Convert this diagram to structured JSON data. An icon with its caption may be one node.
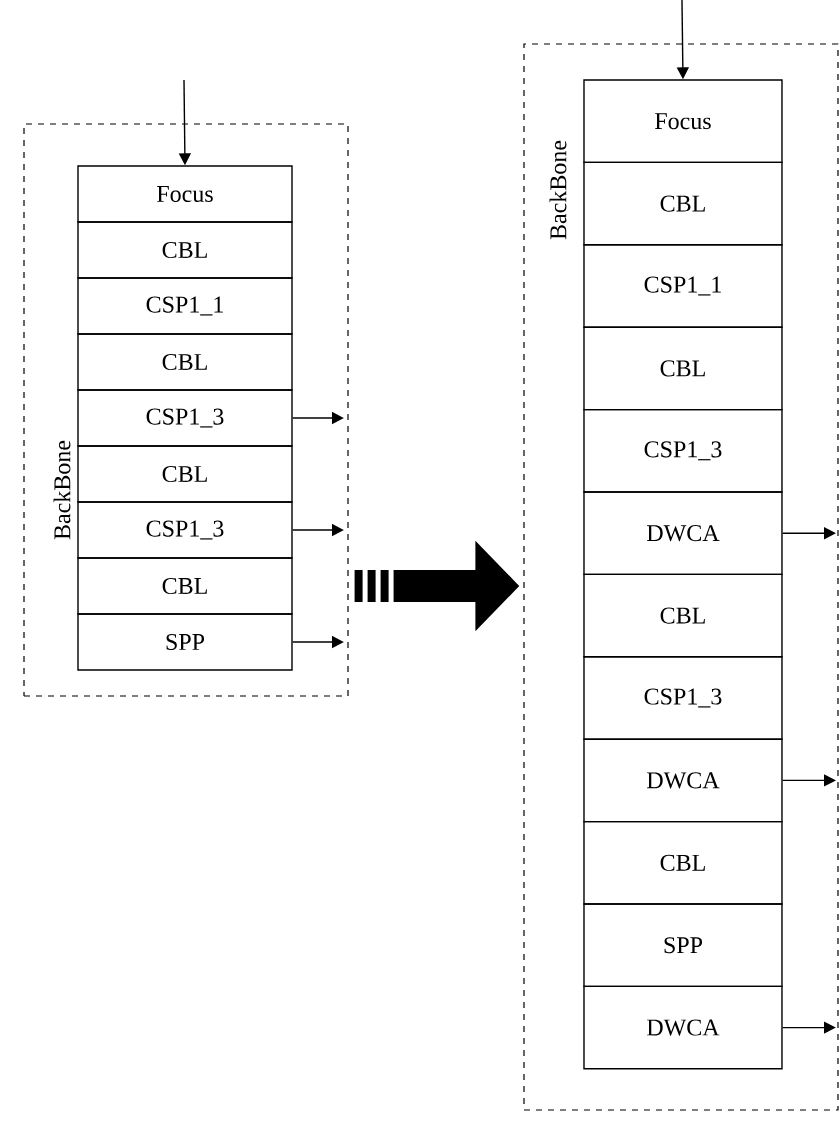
{
  "diagram": {
    "nodes": [
      {
        "text": [
          "BackBone"
        ]
      },
      {
        "text": [
          "Focus"
        ],
        "in": 0
      },
      {
        "text": [
          "CBL"
        ],
        "in": 0
      },
      {
        "text": [
          "CSP1_1"
        ],
        "in": 0
      },
      {
        "text": [
          "CBL"
        ],
        "in": 0
      },
      {
        "text": [
          "CSP1_3"
        ],
        "in": 0
      },
      {
        "text": [
          "CBL"
        ],
        "in": 0
      },
      {
        "text": [
          "CSP1_3"
        ],
        "in": 0
      },
      {
        "text": [
          "CBL"
        ],
        "in": 0
      },
      {
        "text": [
          "SPP"
        ],
        "in": 0
      },
      {
        "text": [
          "BackBone"
        ]
      },
      {
        "text": [
          "Focus"
        ],
        "in": 10
      },
      {
        "text": [
          "CBL"
        ],
        "in": 10
      },
      {
        "text": [
          "CSP1_1"
        ],
        "in": 10
      },
      {
        "text": [
          "CBL"
        ],
        "in": 10
      },
      {
        "text": [
          "CSP1_3"
        ],
        "in": 10
      },
      {
        "text": [
          "DWCA"
        ],
        "in": 10
      },
      {
        "text": [
          "CBL"
        ],
        "in": 10
      },
      {
        "text": [
          "CSP1_3"
        ],
        "in": 10
      },
      {
        "text": [
          "DWCA"
        ],
        "in": 10
      },
      {
        "text": [
          "CBL"
        ],
        "in": 10
      },
      {
        "text": [
          "SPP"
        ],
        "in": 10
      },
      {
        "text": [
          "DWCA"
        ],
        "in": 10
      }
    ],
    "edges": [
      {
        "from": null,
        "to": 1,
        "arrow": "to"
      },
      {
        "from": 5,
        "to": null,
        "arrow": "to"
      },
      {
        "from": 7,
        "to": null,
        "arrow": "to"
      },
      {
        "from": 9,
        "to": null,
        "arrow": "to"
      },
      {
        "from": 0,
        "to": 10,
        "arrow": "to",
        "style": "thick"
      },
      {
        "from": null,
        "to": 11,
        "arrow": "to"
      },
      {
        "from": 16,
        "to": null,
        "arrow": "to"
      },
      {
        "from": 19,
        "to": null,
        "arrow": "to"
      },
      {
        "from": 22,
        "to": null,
        "arrow": "to"
      }
    ]
  }
}
